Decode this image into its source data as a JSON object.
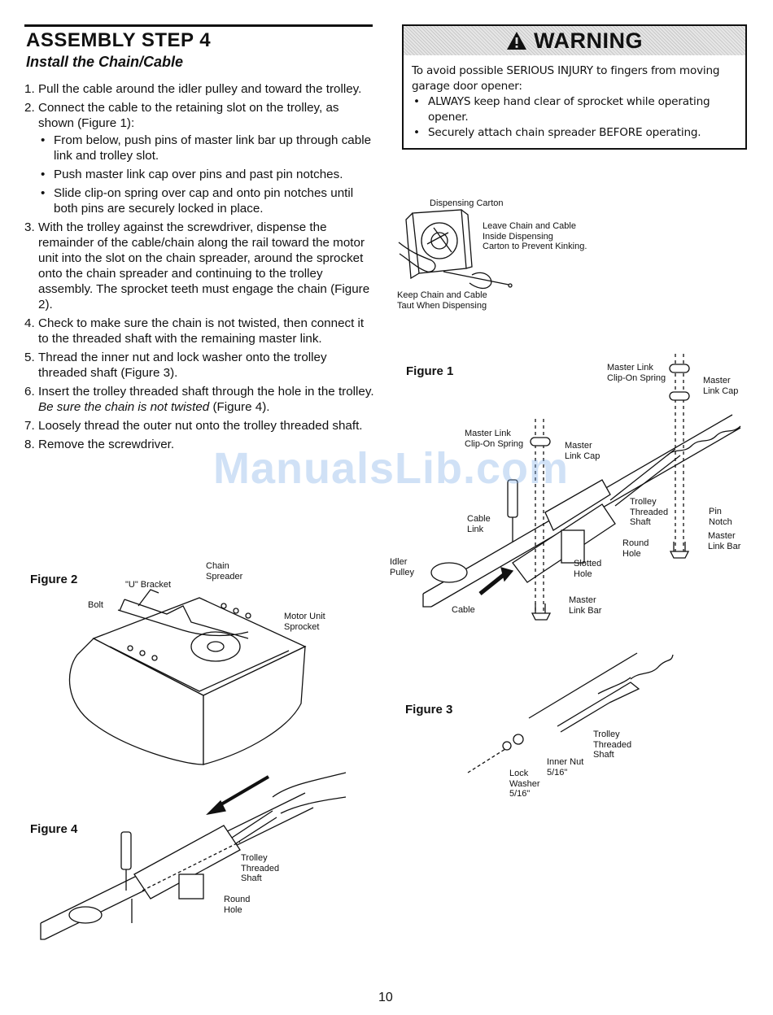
{
  "header": {
    "title": "ASSEMBLY STEP 4",
    "subtitle": "Install the Chain/Cable"
  },
  "steps": [
    {
      "num": "1.",
      "text": "Pull the cable around the idler pulley and toward the trolley."
    },
    {
      "num": "2.",
      "text": "Connect the cable to the retaining slot on the trolley, as shown (Figure 1):",
      "bullets": [
        "From below, push pins of master link bar up through cable link and trolley slot.",
        "Push master link cap over pins and past pin notches.",
        "Slide clip-on spring over cap and onto pin notches until both pins are securely locked in place."
      ]
    },
    {
      "num": "3.",
      "text": "With the trolley against the screwdriver, dispense the remainder of the cable/chain along the rail toward the motor unit into the slot on the chain spreader, around the sprocket onto the chain spreader and continuing to the trolley assembly. The sprocket teeth must engage the chain (Figure 2)."
    },
    {
      "num": "4.",
      "text": "Check to make sure the chain is not twisted, then connect it to the threaded shaft with the remaining master link."
    },
    {
      "num": "5.",
      "text": "Thread the inner nut and lock washer onto the trolley threaded shaft (Figure 3)."
    },
    {
      "num": "6.",
      "text_a": "Insert the trolley threaded shaft through the hole in the trolley.",
      "text_italic": "Be sure the chain is not twisted",
      "text_b": "(Figure 4)."
    },
    {
      "num": "7.",
      "text": "Loosely thread the outer nut onto the trolley threaded shaft."
    },
    {
      "num": "8.",
      "text": "Remove the screwdriver."
    }
  ],
  "warning": {
    "title": "WARNING",
    "intro": "To avoid possible SERIOUS INJURY to fingers from moving garage door opener:",
    "items": [
      "ALWAYS keep hand clear of sprocket while operating opener.",
      "Securely attach chain spreader BEFORE operating."
    ]
  },
  "carton_figure": {
    "dispensing_carton": "Dispensing Carton",
    "leave_chain": "Leave Chain and Cable\nInside Dispensing\nCarton to Prevent Kinking.",
    "keep_taut": "Keep Chain and Cable\nTaut When Dispensing"
  },
  "figure1": {
    "label": "Figure 1",
    "master_link_spring_top": "Master Link\nClip-On Spring",
    "master_link_cap_top": "Master\nLink Cap",
    "master_link_spring_mid": "Master Link\nClip-On Spring",
    "master_link_cap_mid": "Master\nLink Cap",
    "trolley_threaded_shaft": "Trolley\nThreaded\nShaft",
    "pin_notch": "Pin\nNotch",
    "master_link_bar_right": "Master\nLink Bar",
    "cable_link": "Cable\nLink",
    "round_hole": "Round\nHole",
    "idler_pulley": "Idler\nPulley",
    "slotted_hole": "Slotted\nHole",
    "cable": "Cable",
    "master_link_bar_bottom": "Master\nLink Bar"
  },
  "figure2": {
    "label": "Figure 2",
    "u_bracket": "\"U\" Bracket",
    "chain_spreader": "Chain\nSpreader",
    "bolt": "Bolt",
    "motor_unit_sprocket": "Motor Unit\nSprocket"
  },
  "figure3": {
    "label": "Figure 3",
    "trolley_threaded_shaft": "Trolley\nThreaded\nShaft",
    "inner_nut": "Inner Nut\n5/16\"",
    "lock_washer": "Lock\nWasher\n5/16\""
  },
  "figure4": {
    "label": "Figure 4",
    "trolley_threaded_shaft": "Trolley\nThreaded\nShaft",
    "round_hole": "Round\nHole"
  },
  "watermark": "ManualsLib.com",
  "page_number": "10",
  "colors": {
    "ink": "#111111",
    "watermark": "#78aae6",
    "warning_header": "#d8d8d8"
  }
}
